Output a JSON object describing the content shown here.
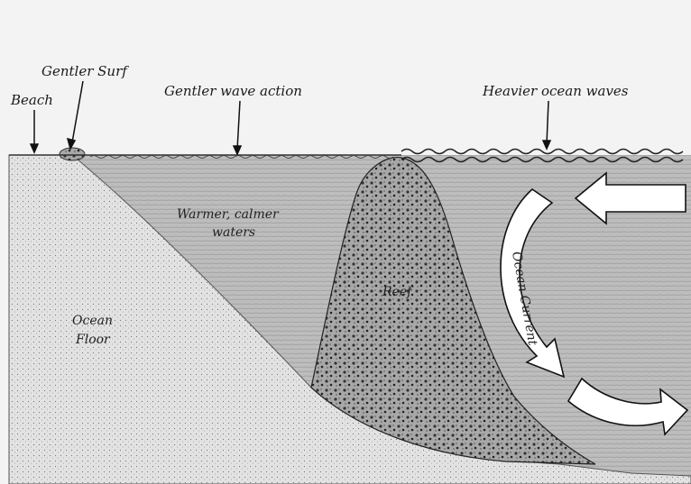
{
  "diagram": {
    "labels": {
      "beach": "Beach",
      "gentler_surf": "Gentler Surf",
      "gentler_wave_action": "Gentler wave action",
      "heavier_ocean_waves": "Heavier ocean waves",
      "warmer_waters_line1": "Warmer, calmer",
      "warmer_waters_line2": "waters",
      "reef": "Reef",
      "ocean_floor_line1": "Ocean",
      "ocean_floor_line2": "Floor",
      "ocean_current": "Ocean Current"
    },
    "colors": {
      "water": "#b9b9b9",
      "sand": "#dcdcdc",
      "reef": "#9a9a9a",
      "sky": "#f3f3f3",
      "ink": "#1a1a1a",
      "arrow_fill": "#ffffff"
    }
  }
}
